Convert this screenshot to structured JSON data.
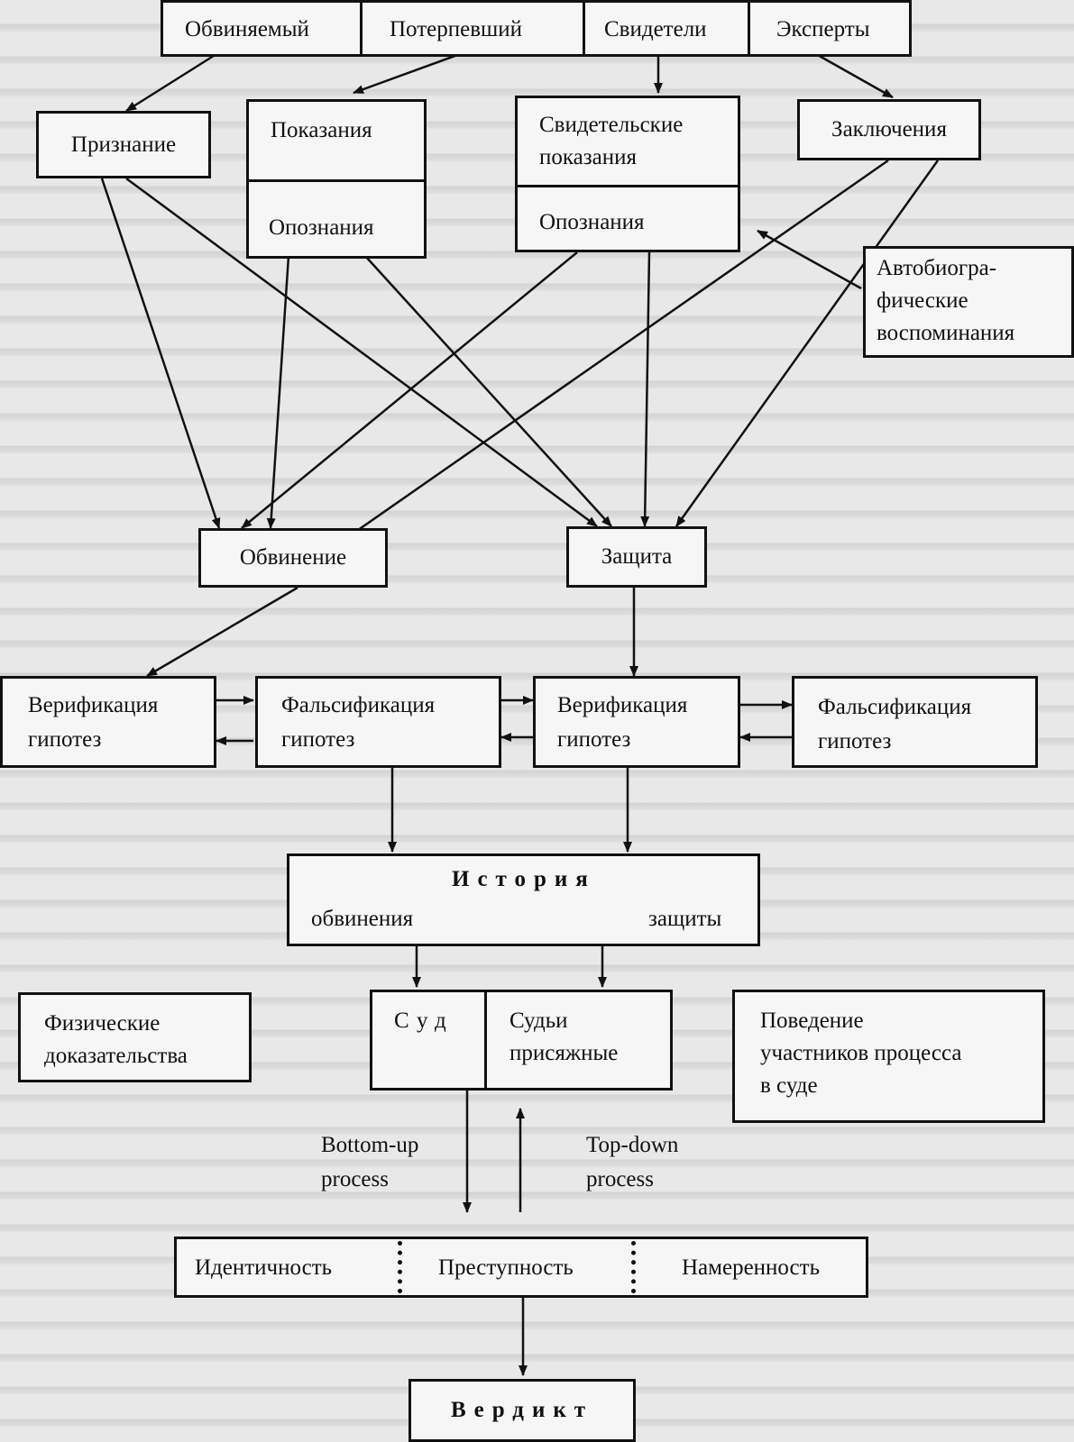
{
  "diagram": {
    "sources": {
      "accused": "Обвиняемый",
      "victim": "Потерпевший",
      "witnesses": "Свидетели",
      "experts": "Эксперты"
    },
    "evidence": {
      "confession": "Признание",
      "testimony": "Показания",
      "identification_1": "Опознания",
      "witness_testimony_line1": "Свидетельские",
      "witness_testimony_line2": "показания",
      "identification_2": "Опознания",
      "conclusions": "Заключения",
      "autobio_line1": "Автобиогра-",
      "autobio_line2": "фические",
      "autobio_line3": "воспоминания"
    },
    "sides": {
      "prosecution": "Обвинение",
      "defense": "Защита"
    },
    "hypotheses": {
      "verification_line1": "Верификация",
      "verification_line2": "гипотез",
      "falsification_line1": "Фальсификация",
      "falsification_line2": "гипотез"
    },
    "history": {
      "title": "История",
      "prosecution": "обвинения",
      "defense": "защиты"
    },
    "court": {
      "physical_line1": "Физические",
      "physical_line2": "доказательства",
      "court": "Суд",
      "jury_line1": "Судьи",
      "jury_line2": "присяжные",
      "behavior_line1": "Поведение",
      "behavior_line2": "участников процесса",
      "behavior_line3": "в суде"
    },
    "process": {
      "bottom_up_line1": "Bottom-up",
      "bottom_up_line2": "process",
      "top_down_line1": "Top-down",
      "top_down_line2": "process"
    },
    "judgment": {
      "identity": "Идентичность",
      "criminality": "Преступность",
      "intent": "Намеренность"
    },
    "verdict": "Вердикт"
  }
}
